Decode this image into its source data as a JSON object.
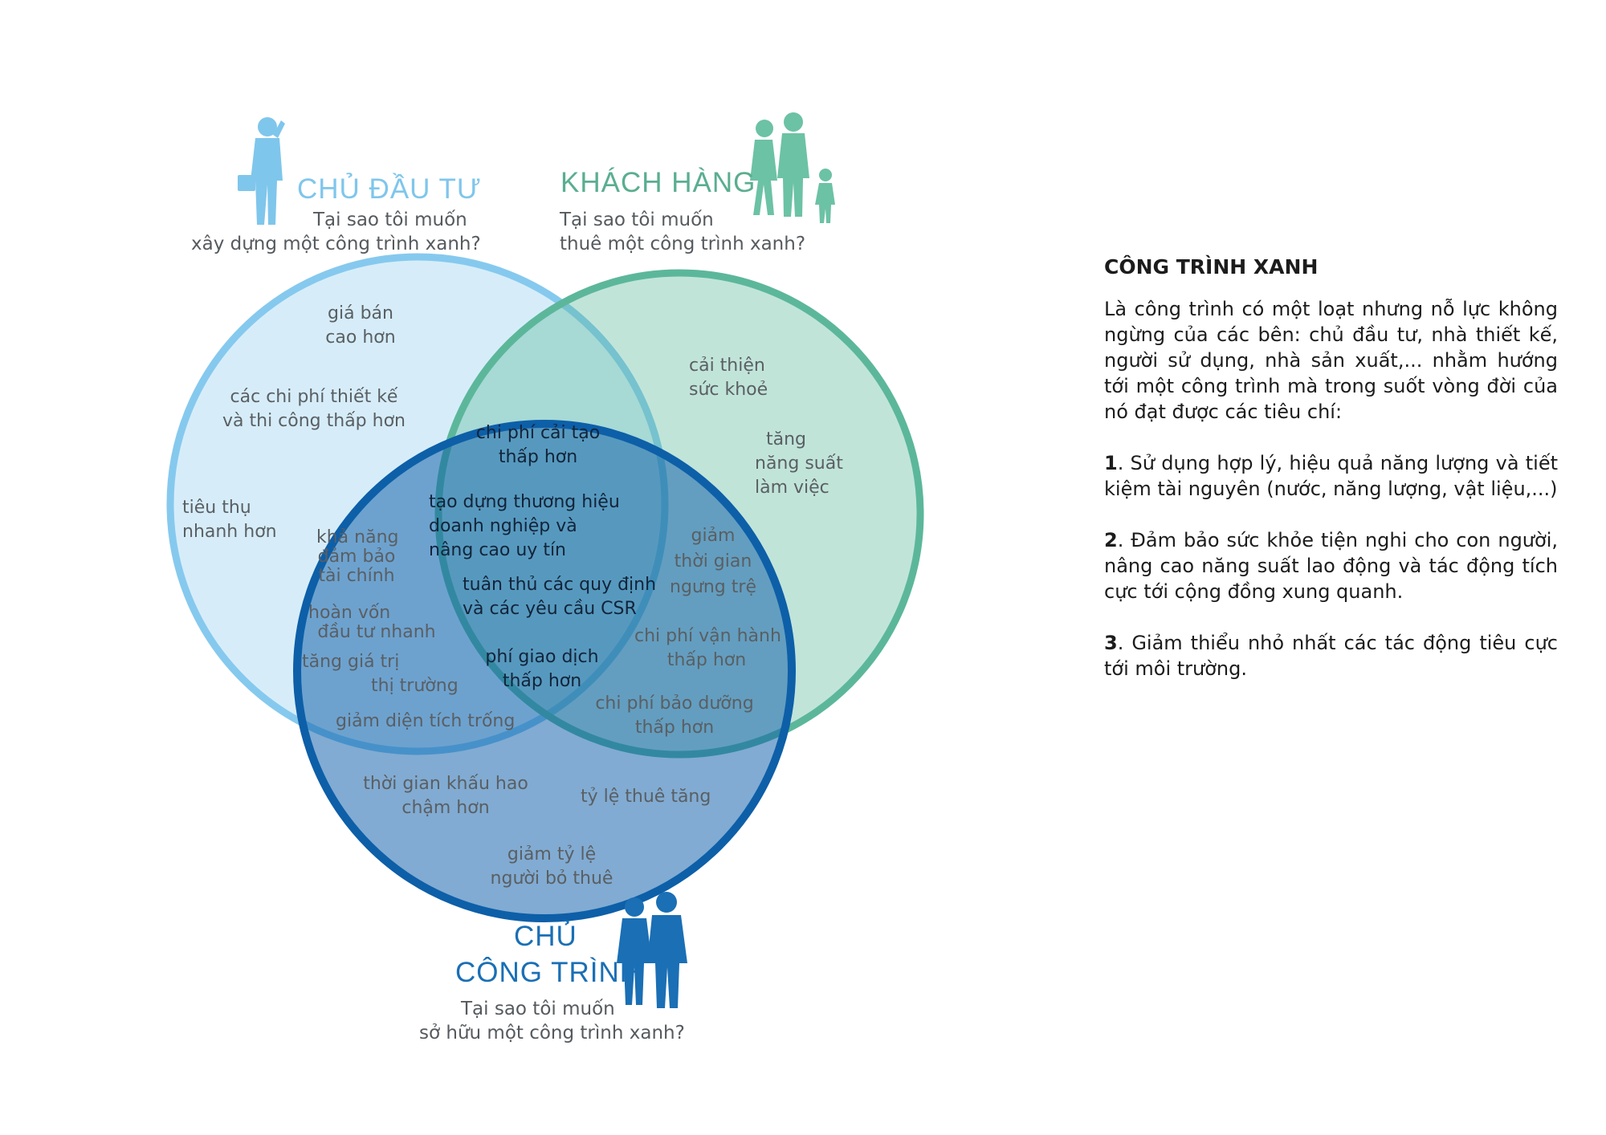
{
  "colors": {
    "investor": "#7fc6ec",
    "customer": "#5cb79a",
    "owner": "#0e5ea8",
    "investor_title": "#7fc6ec",
    "customer_title": "#5aae90",
    "owner_title": "#1a6fb5"
  },
  "groups": {
    "investor": {
      "title": "CHỦ ĐẦU TƯ",
      "line1": "Tại sao tôi muốn",
      "line2": "xây dựng một công trình xanh?",
      "icon": "businessman-phone-icon"
    },
    "customer": {
      "title": "KHÁCH HÀNG",
      "line1": "Tại sao tôi muốn",
      "line2": "thuê một công trình xanh?",
      "icon": "family-icon"
    },
    "owner": {
      "title1": "CHỦ",
      "title2": "CÔNG TRÌNH",
      "line1": "Tại sao tôi muốn",
      "line2": "sở hữu một công trình xanh?",
      "icon": "business-couple-icon"
    }
  },
  "benefits": {
    "investor_only": [
      [
        "giá bán",
        "cao hơn"
      ],
      [
        "các chi phí thiết kế",
        "và thi công thấp hơn"
      ],
      [
        "tiêu thụ",
        "nhanh hơn"
      ]
    ],
    "customer_only": [
      [
        "cải thiện",
        "sức khoẻ"
      ],
      [
        "tăng",
        "năng suất",
        "làm việc"
      ]
    ],
    "owner_only": [
      [
        "thời gian khấu hao",
        "chậm hơn"
      ],
      [
        "tỷ lệ thuê tăng"
      ],
      [
        "giảm tỷ lệ",
        "người bỏ thuê"
      ]
    ],
    "investor_owner": [
      [
        "khả năng",
        "đảm bảo",
        "tài chính"
      ],
      [
        "hoàn vốn",
        "đầu tư nhanh"
      ],
      [
        "tăng giá trị",
        "thị trường"
      ],
      [
        "giảm diện tích trống"
      ]
    ],
    "customer_owner": [
      [
        "giảm",
        "thời gian",
        "ngưng trệ"
      ],
      [
        "chi phí vận hành",
        "thấp hơn"
      ],
      [
        "chi phí bảo dưỡng",
        "thấp hơn"
      ]
    ],
    "all_three": [
      [
        "chi phí cải tạo",
        "thấp hơn"
      ],
      [
        "tạo dựng thương hiệu",
        "doanh nghiệp và",
        "nâng cao uy tín"
      ],
      [
        "tuân thủ các quy định",
        "và các yêu cầu CSR"
      ],
      [
        "phí giao dịch",
        "thấp hơn"
      ]
    ]
  },
  "panel": {
    "title": "CÔNG TRÌNH XANH",
    "intro": "Là công trình có một loạt nhưng nỗ lực không ngừng của các bên: chủ đầu tư, nhà thiết kế, người sử dụng, nhà sản xuất,... nhằm hướng tới một công trình mà trong suốt vòng đời của nó đạt được các tiêu chí:",
    "criteria": [
      {
        "num": "1",
        "text": ". Sử dụng hợp lý, hiệu quả năng lượng và tiết kiệm tài nguyên (nước, năng lượng, vật liệu,...)"
      },
      {
        "num": "2",
        "text": ". Đảm bảo sức khỏe tiện nghi cho con người, nâng cao năng suất lao động và tác động tích cực tới cộng đồng xung quanh."
      },
      {
        "num": "3",
        "text": ". Giảm thiểu nhỏ nhất các tác động tiêu cực tới môi trường."
      }
    ]
  }
}
